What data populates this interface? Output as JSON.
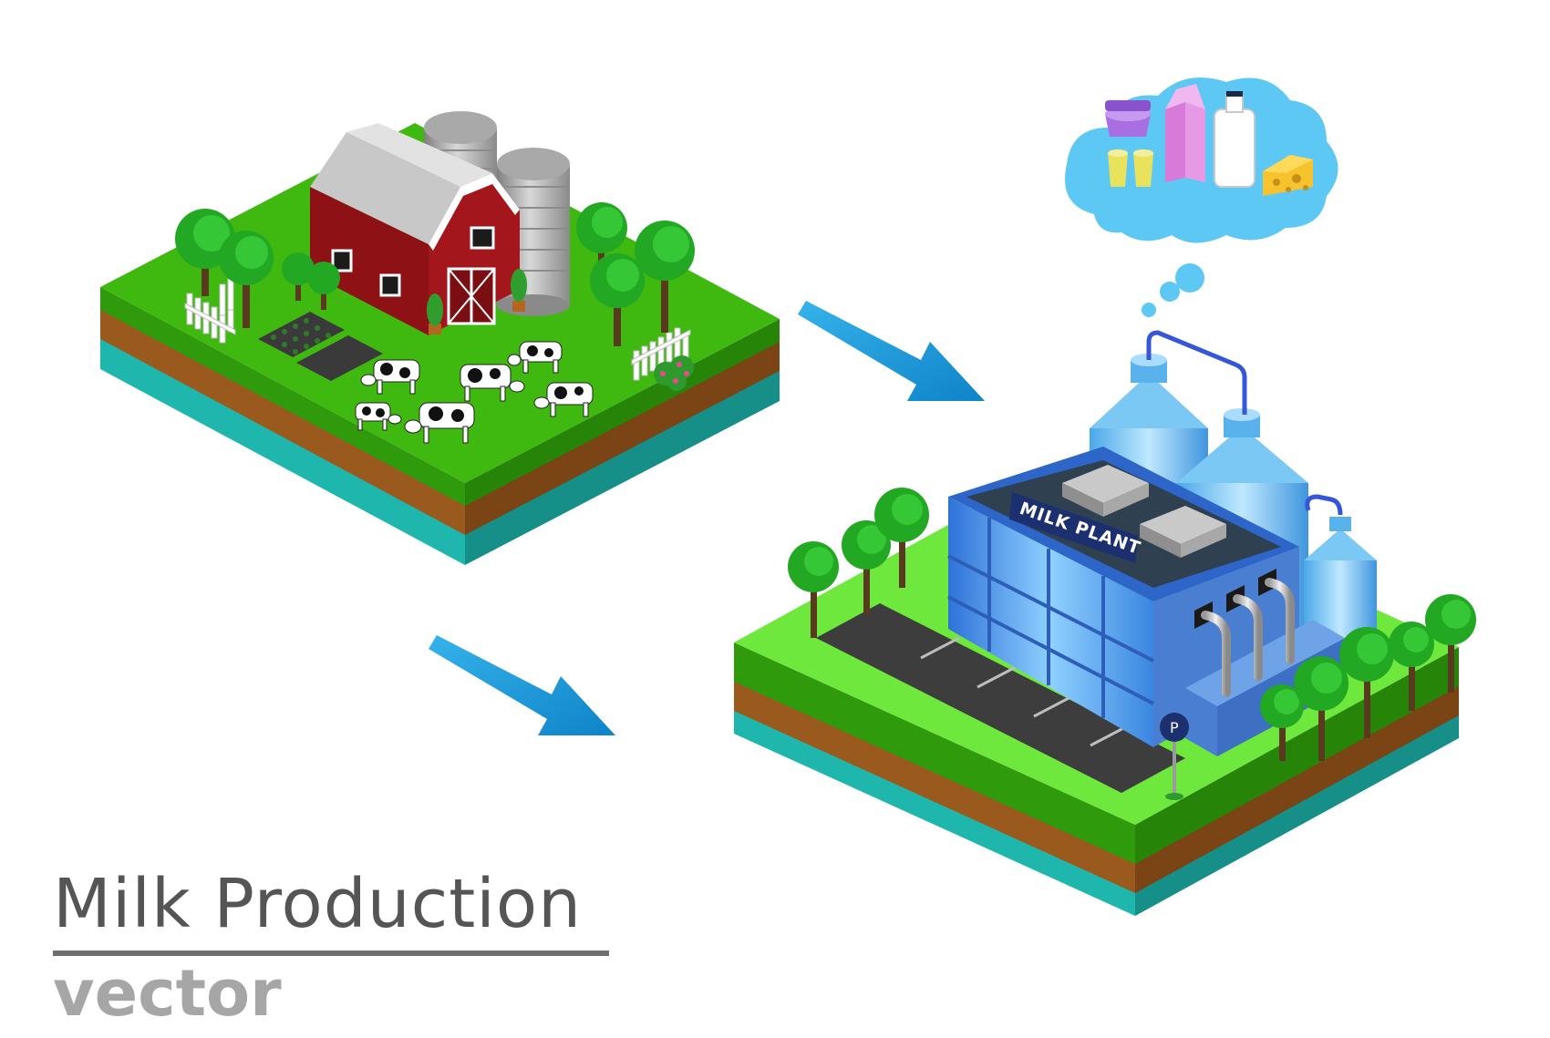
{
  "caption": {
    "title": "Milk Production",
    "subtitle": "vector"
  },
  "plant": {
    "sign": "MILK PLANT",
    "parking_sign": "P"
  },
  "colors": {
    "grass": "#3fb80f",
    "grass_light": "#6ee83c",
    "soil": "#9a5a1e",
    "aquifer": "#1fb7ad",
    "barn_red": "#a3161c",
    "arrow_blue": "#1a9ad6",
    "cloud_blue": "#5ec8f4",
    "plant_blue": "#4a90e2",
    "title_gray": "#555555",
    "subtitle_gray": "#a6a6a6"
  }
}
